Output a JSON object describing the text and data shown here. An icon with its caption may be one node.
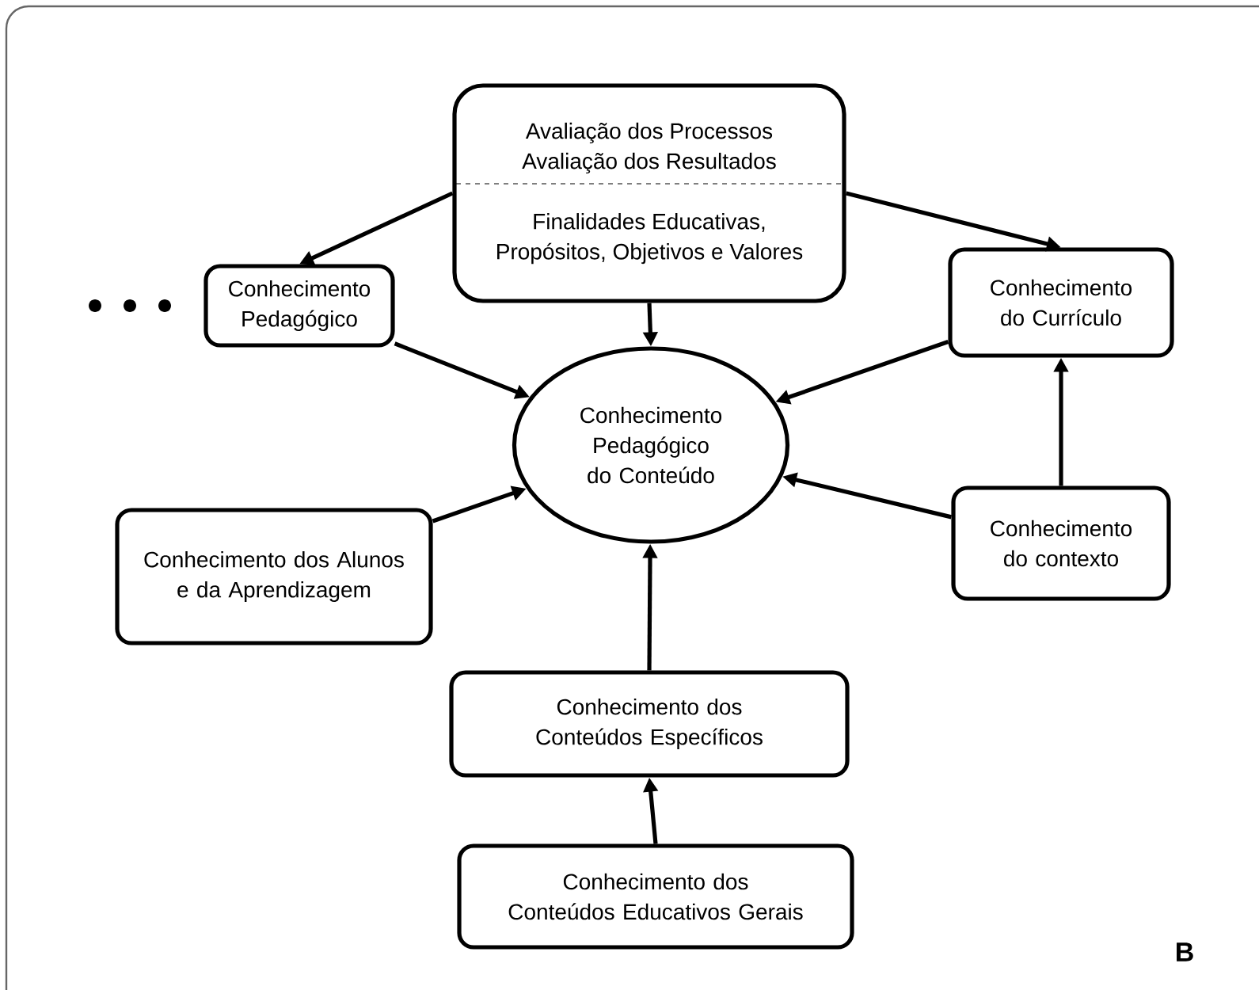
{
  "diagram": {
    "nodes": [
      {
        "text": [
          "Avaliação dos Processos",
          "Avaliação dos Resultados",
          "Finalidades Educativas, Propósitos, Objetivos e Valores"
        ]
      },
      {
        "text": [
          "Conhecimento Pedagógico"
        ]
      },
      {
        "text": [
          "Conhecimento do Currículo"
        ]
      },
      {
        "text": [
          "Conhecimento Pedagógico do Conteúdo"
        ]
      },
      {
        "text": [
          "Conhecimento dos Alunos e da Aprendizagem"
        ]
      },
      {
        "text": [
          "Conhecimento do contexto"
        ]
      },
      {
        "text": [
          "Conhecimento dos Conteúdos Específicos"
        ]
      },
      {
        "text": [
          "Conhecimento dos Conteúdos Educativos Gerais"
        ]
      }
    ],
    "edges": [
      {
        "from": 0,
        "to": 1,
        "arrow": "to"
      },
      {
        "from": 0,
        "to": 2,
        "arrow": "to"
      },
      {
        "from": 0,
        "to": 3,
        "arrow": "to"
      },
      {
        "from": 1,
        "to": 3,
        "arrow": "to"
      },
      {
        "from": 2,
        "to": 3,
        "arrow": "to"
      },
      {
        "from": 4,
        "to": 3,
        "arrow": "to"
      },
      {
        "from": 5,
        "to": 3,
        "arrow": "to"
      },
      {
        "from": 5,
        "to": 2,
        "arrow": "to"
      },
      {
        "from": 6,
        "to": 3,
        "arrow": "to"
      },
      {
        "from": 7,
        "to": 6,
        "arrow": "to"
      }
    ],
    "labels": [
      "B"
    ]
  }
}
